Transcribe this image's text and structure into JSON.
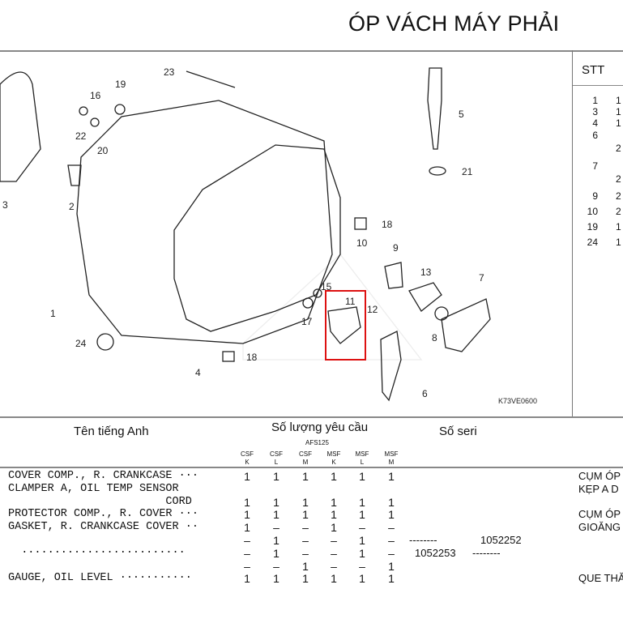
{
  "title": "ÓP VÁCH MÁY PHẢI",
  "diagram": {
    "code": "K73VE0600",
    "callouts": [
      "23",
      "16",
      "19",
      "22",
      "20",
      "2",
      "3",
      "5",
      "21",
      "18",
      "10",
      "9",
      "13",
      "15",
      "11",
      "12",
      "7",
      "17",
      "8",
      "1",
      "24",
      "18",
      "4",
      "6"
    ],
    "highlight_color": "#dd1111"
  },
  "side": {
    "header": "STT",
    "rows": [
      {
        "stt": "1",
        "q": "1"
      },
      {
        "stt": "3",
        "q": "1"
      },
      {
        "stt": "4",
        "q": "1"
      },
      {
        "stt": "6",
        "q": ""
      },
      {
        "stt": "",
        "q": "2"
      },
      {
        "stt": "7",
        "q": ""
      },
      {
        "stt": "",
        "q": "2"
      },
      {
        "stt": "9",
        "q": "2"
      },
      {
        "stt": "10",
        "q": "2"
      },
      {
        "stt": "19",
        "q": "1"
      },
      {
        "stt": "24",
        "q": "1"
      }
    ]
  },
  "table": {
    "h_name": "Tên tiếng Anh",
    "h_qty": "Số lượng yêu cầu",
    "h_model": "AFS125",
    "h_serial": "Số seri",
    "cols": [
      [
        "CSF",
        "K"
      ],
      [
        "CSF",
        "L"
      ],
      [
        "CSF",
        "M"
      ],
      [
        "MSF",
        "K"
      ],
      [
        "MSF",
        "L"
      ],
      [
        "MSF",
        "M"
      ]
    ],
    "rows": [
      {
        "name": "COVER COMP., R. CRANKCASE ···",
        "q": [
          "",
          "",
          "",
          "",
          "",
          ""
        ],
        "q2": [
          "1",
          "1",
          "1",
          "1",
          "1",
          "1"
        ],
        "s1": "",
        "s2": "",
        "vn": "CỤM ÓP"
      },
      {
        "name": "CLAMPER A, OIL TEMP SENSOR",
        "q": [],
        "s1": "",
        "s2": "",
        "vn": "KẸP A D"
      },
      {
        "name": "                        CORD",
        "q": [
          "1",
          "1",
          "1",
          "1",
          "1",
          "1"
        ],
        "s1": "",
        "s2": "",
        "vn": ""
      },
      {
        "name": "PROTECTOR COMP., R. COVER ···",
        "q": [
          "1",
          "1",
          "1",
          "1",
          "1",
          "1"
        ],
        "s1": "",
        "s2": "",
        "vn": "CỤM ÓP"
      },
      {
        "name": "GASKET, R. CRANKCASE COVER ··",
        "q": [
          "1",
          "–",
          "–",
          "1",
          "–",
          "–"
        ],
        "s1": "",
        "s2": "",
        "vn": "GIOĂNG"
      },
      {
        "name": "",
        "q": [
          "–",
          "1",
          "–",
          "–",
          "1",
          "–"
        ],
        "s1": "--------",
        "s2": "1052252",
        "vn": ""
      },
      {
        "name": "  ·························",
        "q": [
          "–",
          "1",
          "–",
          "–",
          "1",
          "–"
        ],
        "s1": "1052253",
        "s2": "--------",
        "vn": ""
      },
      {
        "name": "",
        "q": [
          "–",
          "–",
          "1",
          "–",
          "–",
          "1"
        ],
        "s1": "",
        "s2": "",
        "vn": ""
      },
      {
        "name": "GAUGE, OIL LEVEL ···········",
        "q": [
          "1",
          "1",
          "1",
          "1",
          "1",
          "1"
        ],
        "s1": "",
        "s2": "",
        "vn": "QUE THĂ"
      }
    ]
  }
}
